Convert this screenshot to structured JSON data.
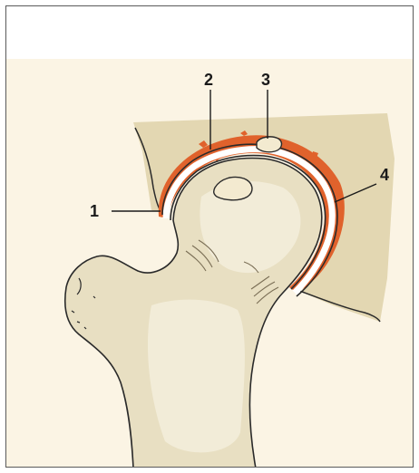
{
  "diagram": {
    "labels": [
      {
        "id": "label-1",
        "text": "1"
      },
      {
        "id": "label-2",
        "text": "2"
      },
      {
        "id": "label-3",
        "text": "3"
      },
      {
        "id": "label-4",
        "text": "4"
      }
    ]
  },
  "colors": {
    "panel": "#fbf4e4",
    "bone": "#e8dfc2",
    "bone_light": "#f2ecd8",
    "pelvis": "#e3d7b2",
    "sclerosis": "#e0622c",
    "outline": "#2a2a2a"
  }
}
